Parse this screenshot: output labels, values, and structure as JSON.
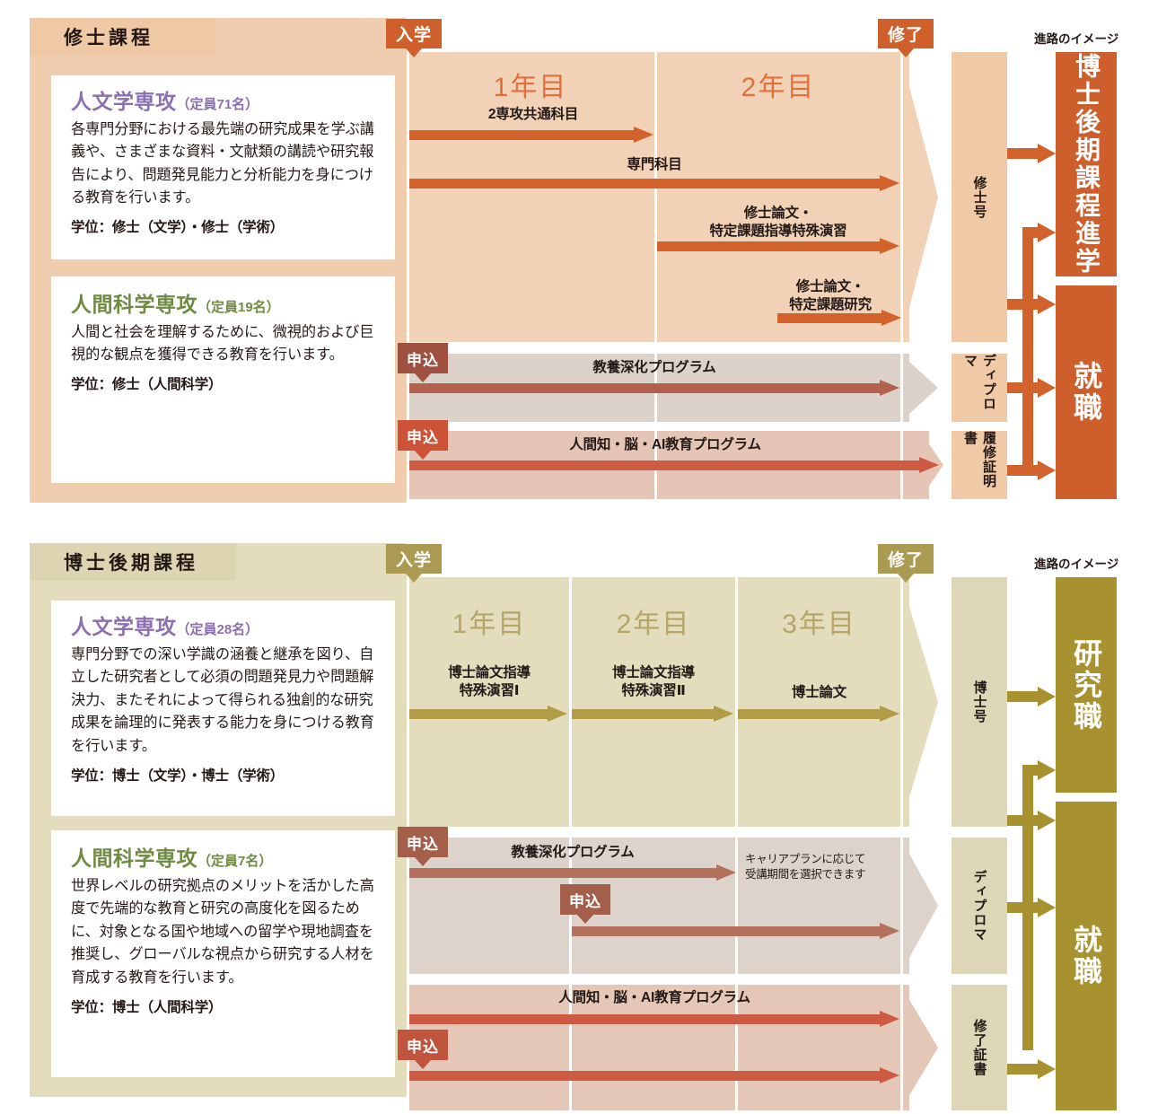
{
  "masters": {
    "tab_label": "修士課程",
    "colors": {
      "panel": "#f0cdae",
      "tab": "#efc9a6",
      "band": "#f2d2b6",
      "year_text": "#e2703a",
      "arrow": "#d1622c",
      "flag": "#cf5f2b",
      "liberal_band": "#ddd2c9",
      "liberal_arrow": "#b2614f",
      "liberal_flag": "#a0503f",
      "ai_band": "#e5c6b6",
      "ai_arrow": "#cd5a43",
      "ai_flag": "#cc5338",
      "credential": "#f0caa6",
      "destination": "#cd5f2c",
      "connector": "#d1622c"
    },
    "entry_label": "入学",
    "completion_label": "修了",
    "apply_label": "申込",
    "years": [
      "1年目",
      "2年目"
    ],
    "programs": [
      {
        "id": "humanities",
        "title": "人文学専攻",
        "capacity": "（定員71名）",
        "body": "各専門分野における最先端の研究成果を学ぶ講義や、さまざまな資料・文献類の講読や研究報告により、問題発見能力と分析能力を身につける教育を行います。",
        "degree": "学位：修士（文学）・修士（学術）"
      },
      {
        "id": "human-science",
        "title": "人間科学専攻",
        "capacity": "（定員19名）",
        "body": "人間と社会を理解するために、微視的および巨視的な観点を獲得できる教育を行います。",
        "degree": "学位：修士（人間科学）"
      }
    ],
    "course_arrows": [
      {
        "label": "2専攻共通科目"
      },
      {
        "label": "専門科目"
      },
      {
        "label": "修士論文・\n特定課題指導特殊演習"
      },
      {
        "label": "修士論文・\n特定課題研究"
      }
    ],
    "extra_programs": [
      {
        "label": "教養深化プログラム"
      },
      {
        "label": "人間知・脳・AI教育プログラム"
      }
    ],
    "credentials": [
      "修士号",
      "ディプロマ",
      "履修証明書"
    ],
    "destinations": [
      "博士後期課程進学",
      "就職"
    ],
    "destination_caption": "進路のイメージ"
  },
  "doctoral": {
    "tab_label": "博士後期課程",
    "colors": {
      "panel": "#e3dcbd",
      "tab": "#ddd5b2",
      "band": "#e3dcbd",
      "year_text": "#b5a567",
      "arrow": "#b29c48",
      "flag": "#ab9a52",
      "liberal_band": "#ded3cb",
      "liberal_arrow": "#b2705d",
      "liberal_flag": "#a45f4a",
      "ai_band": "#e5c7b7",
      "ai_arrow": "#cd5a43",
      "ai_flag": "#c1543c",
      "credential": "#ded7b7",
      "destination": "#a8912f",
      "connector": "#a8912f"
    },
    "entry_label": "入学",
    "completion_label": "修了",
    "apply_label": "申込",
    "years": [
      "1年目",
      "2年目",
      "3年目"
    ],
    "programs": [
      {
        "id": "humanities",
        "title": "人文学専攻",
        "capacity": "（定員28名）",
        "body": "専門分野での深い学識の涵養と継承を図り、自立した研究者として必須の問題発見力や問題解決力、またそれによって得られる独創的な研究成果を論理的に発表する能力を身につける教育を行います。",
        "degree": "学位：博士（文学）・博士（学術）"
      },
      {
        "id": "human-science",
        "title": "人間科学専攻",
        "capacity": "（定員7名）",
        "body": "世界レベルの研究拠点のメリットを活かした高度で先端的な教育と研究の高度化を図るために、対象となる国や地域への留学や現地調査を推奨し、グローバルな視点から研究する人材を育成する教育を行います。",
        "degree": "学位：博士（人間科学）"
      }
    ],
    "course_arrows": [
      {
        "label": "博士論文指導\n特殊演習Ⅰ"
      },
      {
        "label": "博士論文指導\n特殊演習Ⅱ"
      },
      {
        "label": "博士論文"
      }
    ],
    "extra_programs": [
      {
        "label": "教養深化プログラム"
      },
      {
        "label": "人間知・脳・AI教育プログラム"
      }
    ],
    "note": "キャリアプランに応じて\n受講期間を選択できます",
    "credentials": [
      "博士号",
      "ディプロマ",
      "修了証書"
    ],
    "destinations": [
      "研究職",
      "就職"
    ],
    "destination_caption": "進路のイメージ"
  }
}
